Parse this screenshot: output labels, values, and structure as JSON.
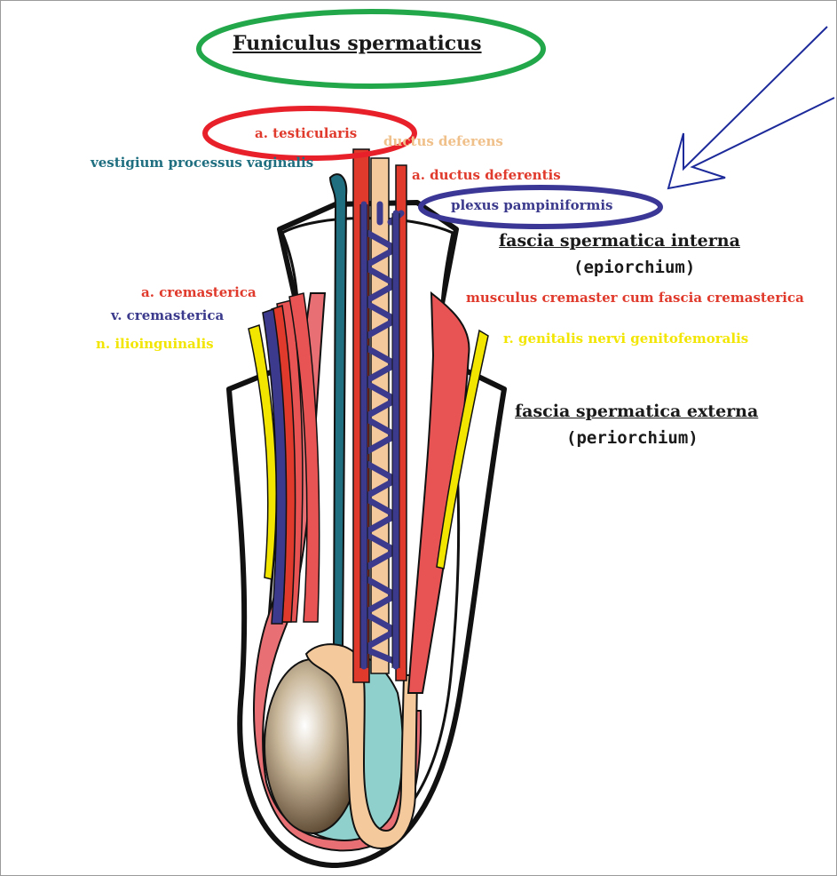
{
  "title": "Funiculus spermaticus",
  "labels": {
    "a_testicularis": "a. testicularis",
    "ductus_deferens": "ductus deferens",
    "vestigium": "vestigium processus vaginalis",
    "a_ductus_deferentis": "a. ductus deferentis",
    "plexus": "plexus pampiniformis",
    "fascia_interna": "fascia spermatica interna",
    "epiorchium": "(epiorchium)",
    "a_cremasterica": "a. cremasterica",
    "v_cremasterica": "v. cremasterica",
    "n_ilioinguinalis": "n. ilioinguinalis",
    "musculus_cremaster": "musculus cremaster cum fascia cremasterica",
    "r_genitalis": "r. genitalis nervi genitofemoralis",
    "fascia_externa": "fascia spermatica externa",
    "periorchium": "(periorchium)"
  },
  "colors": {
    "artery": "#e03a2c",
    "vein": "#3b3a8c",
    "nerve": "#f2e600",
    "ductus": "#f4c99c",
    "vestigium": "#1f6f80",
    "vaginalis_fill": "#8fd0cc",
    "muscle": "#e85454",
    "green_ring": "#22a84a",
    "red_ring": "#e8202a",
    "blue_ring": "#3a3796",
    "arrow": "#1c2a9a"
  }
}
